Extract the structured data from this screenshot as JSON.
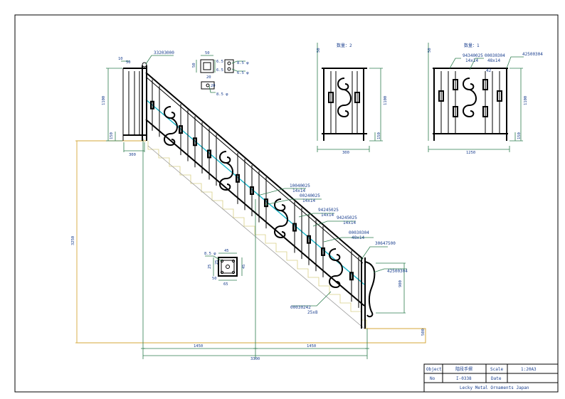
{
  "parts": {
    "p1": "33203000",
    "p2": "10040025",
    "p2s": "14x14",
    "p3": "00240025",
    "p3s": "14x14",
    "p4": "94245025",
    "p4s": "14x14",
    "p5": "94245025",
    "p5s": "14x14",
    "p6": "00030304",
    "p6s": "48x14",
    "p7": "30647500",
    "p8": "42500304",
    "p9": "00030242",
    "p9s": "25x8",
    "tr1": "94340025",
    "tr1s": "14x14",
    "tr2": "00030304",
    "tr2s": "48x14",
    "tr3": "42500304",
    "small_a": "42"
  },
  "dims": {
    "left_h": "1100",
    "left_foot": "150",
    "left_w": "300",
    "left_top1": "10",
    "left_top2": "50",
    "total_h": "3250",
    "base_l": "1450",
    "base_r": "1450",
    "total_w": "3300",
    "right_h": "900",
    "right_step": "500",
    "tm_h": "1100",
    "tm_foot": "150",
    "tm_top": "50",
    "tm_w": "300",
    "tr_h": "1100",
    "tr_foot": "150",
    "tr_top": "50",
    "tr_w": "1250"
  },
  "details": {
    "d1_w": "50",
    "d1_h": "50",
    "d1_a": "6.5",
    "d1_b": "6.5",
    "d1_c": "20",
    "d1_d": "20",
    "d1_hole": "8.5 φ",
    "d1_hole2": "6.5 φ",
    "d1_hole3": "8.5 φ",
    "d2_hole": "8.5 φ",
    "d2_w": "45",
    "d2_h": "45",
    "d2_b": "65",
    "d2_c": "50",
    "d2_side": "25",
    "d2_side2": "25"
  },
  "views": {
    "qty_mid": "数量：2",
    "qty_right": "数量：1"
  },
  "titleblock": {
    "object_label": "Object",
    "object_value": "階段手摺",
    "scale_label": "Scale",
    "scale_value": "1:20A3",
    "no_label": "No",
    "no_value": "I-0338",
    "date_label": "Date",
    "date_value": "",
    "company": "Lecky Metal Ornaments Japan"
  }
}
